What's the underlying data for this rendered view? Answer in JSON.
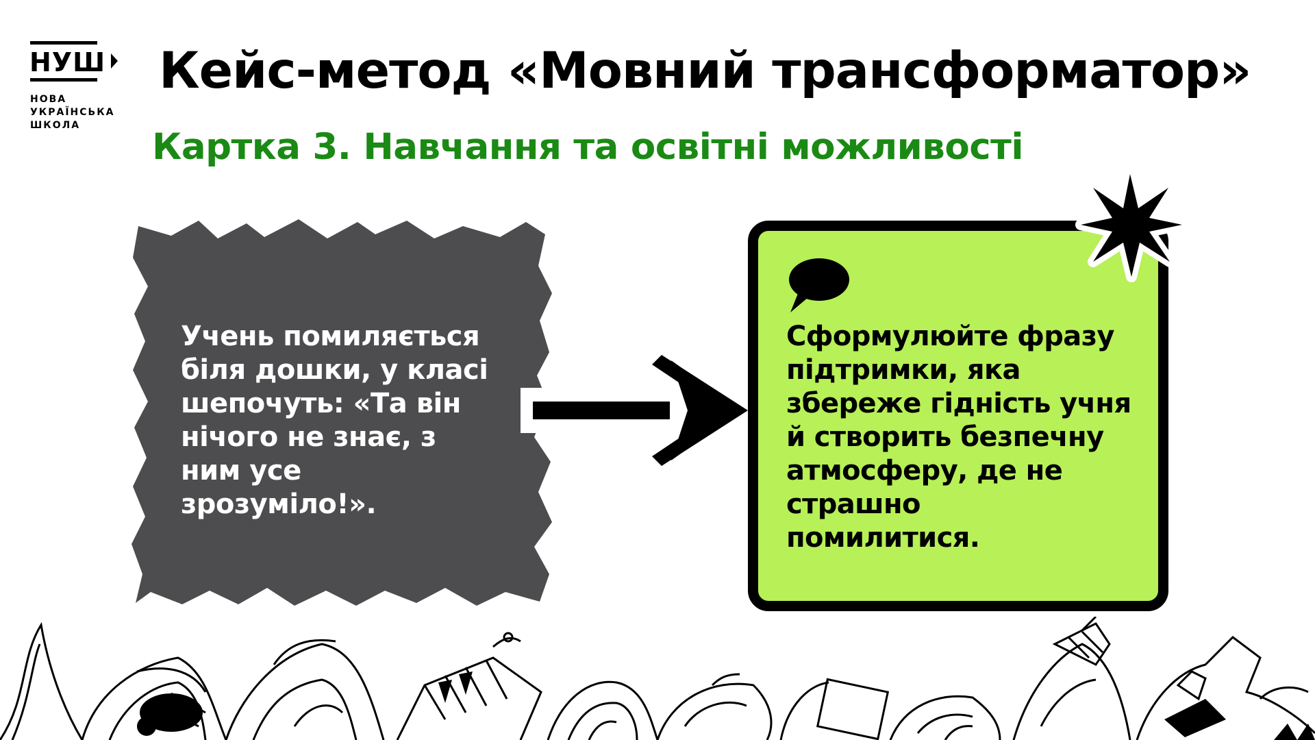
{
  "logo": {
    "mark": "НУШ",
    "caption_lines": [
      "НОВА",
      "УКРАЇНСЬКА",
      "ШКОЛА"
    ]
  },
  "title": "Кейс-метод «Мовний трансформатор»",
  "subtitle": "Картка 3. Навчання та освітні можливості",
  "case_card": {
    "lines": [
      "Учень помиляється",
      "біля дошки, у класі",
      "шепочуть: «Та він",
      "нічого не знає, з",
      "ним усе",
      "зрозуміло!»."
    ]
  },
  "task_card": {
    "lines": [
      "Сформулюйте фразу",
      "підтримки, яка",
      "збереже гідність учня",
      "й створить безпечну",
      "атмосферу, де не",
      "страшно",
      "помилитися."
    ]
  },
  "icons": {
    "logo": "nush-logo-icon",
    "bubble": "speech-bubble-icon",
    "star": "sparkle-star-icon",
    "arrow": "arrow-right-icon"
  },
  "colors": {
    "subtitle": "#1a8a14",
    "task_card_bg": "#b7f057",
    "case_card_bg": "#4d4d4f"
  }
}
